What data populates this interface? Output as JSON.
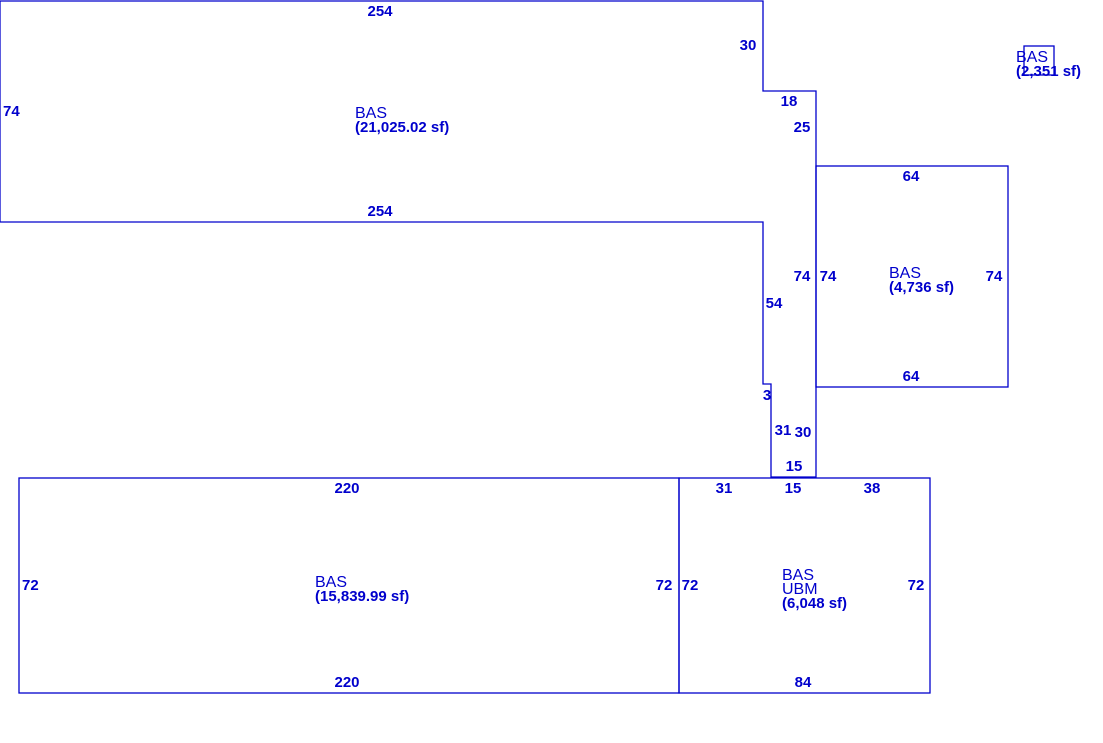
{
  "colors": {
    "line": "#0000cc",
    "text": "#0000cc",
    "background": "#ffffff"
  },
  "areas": {
    "top_block": {
      "code": "BAS",
      "area": "(21,025.02 sf)"
    },
    "right_block": {
      "code": "BAS",
      "area": "(4,736 sf)"
    },
    "small_block": {
      "code": "BAS",
      "area": "(2,351 sf)"
    },
    "bottom_left": {
      "code": "BAS",
      "area": "(15,839.99 sf)"
    },
    "bottom_right": {
      "code": "BAS",
      "code2": "UBM",
      "area": "(6,048 sf)"
    }
  },
  "dimensions": {
    "top_block": {
      "top": "254",
      "left": "74",
      "bottom": "254",
      "step": "30",
      "jog": "18",
      "right": "25"
    },
    "corridor": {
      "right_upper": "74",
      "left": "54",
      "notch": "3",
      "lower_left": "31",
      "lower_right": "30",
      "base": "15"
    },
    "right_block": {
      "top": "64",
      "left": "74",
      "right": "74",
      "bottom": "64"
    },
    "bottom_left": {
      "top": "220",
      "left": "72",
      "right": "72",
      "bottom": "220"
    },
    "bottom_right": {
      "top_left": "31",
      "top_mid": "15",
      "top_right": "38",
      "left": "72",
      "right": "72",
      "bottom": "84"
    }
  }
}
